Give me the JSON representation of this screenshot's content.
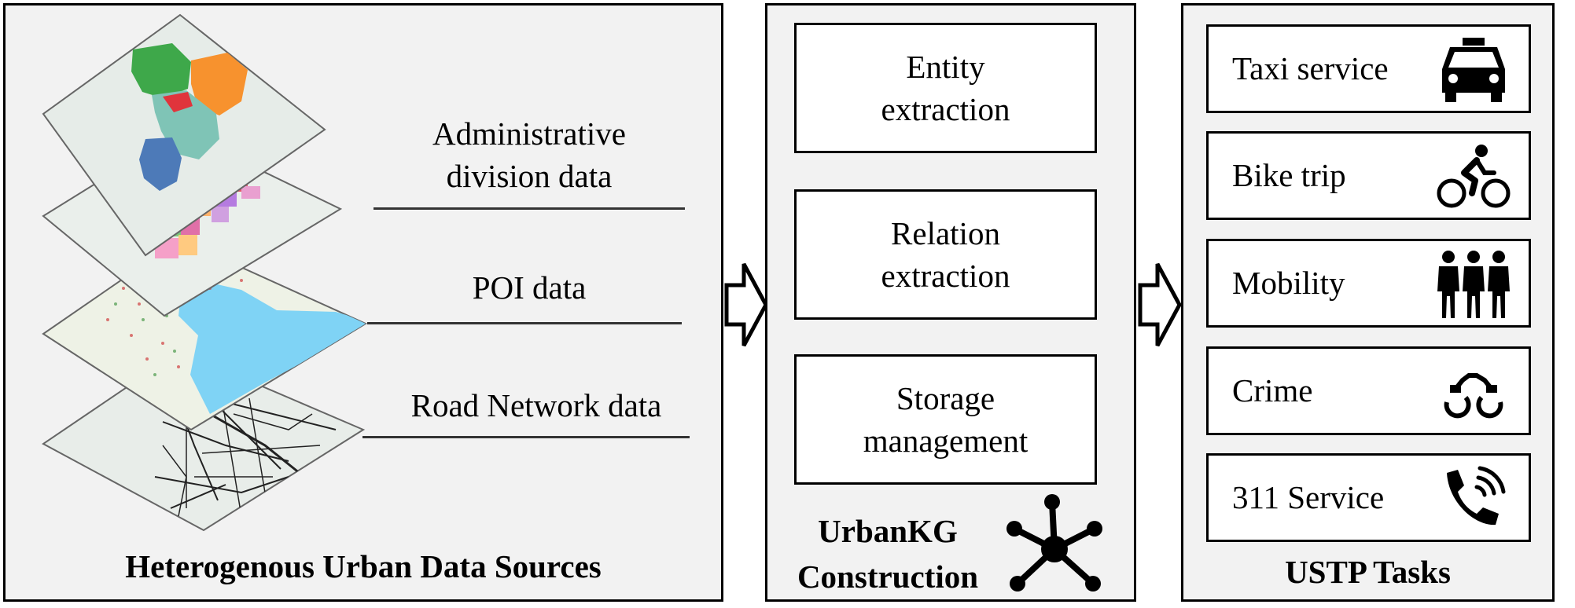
{
  "sources": {
    "caption": "Heterogenous Urban Data Sources",
    "layers": [
      {
        "line1": "Administrative",
        "line2": "division data"
      },
      {
        "line1": "POI data"
      },
      {
        "line1": "Road Network data"
      }
    ]
  },
  "construction": {
    "steps": [
      {
        "line1": "Entity",
        "line2": "extraction"
      },
      {
        "line1": "Relation",
        "line2": "extraction"
      },
      {
        "line1": "Storage",
        "line2": "management"
      }
    ],
    "caption_line1": "UrbanKG",
    "caption_line2": "Construction",
    "icon": "network-graph-icon"
  },
  "tasks": {
    "caption": "USTP Tasks",
    "items": [
      {
        "label": "Taxi service",
        "icon": "taxi-icon"
      },
      {
        "label": "Bike trip",
        "icon": "cyclist-icon"
      },
      {
        "label": "Mobility",
        "icon": "people-icon"
      },
      {
        "label": "Crime",
        "icon": "handcuffs-icon"
      },
      {
        "label": "311 Service",
        "icon": "phone-call-icon"
      }
    ]
  },
  "colors": {
    "panel_bg": "#f2f2f2",
    "map_land": "#e6ece8",
    "map_water": "#7fd3f5",
    "admin_green": "#3ea84a",
    "admin_orange": "#f7922e",
    "admin_teal": "#7fc4b6",
    "admin_blue": "#4d7ab8",
    "admin_red": "#e0343c"
  }
}
